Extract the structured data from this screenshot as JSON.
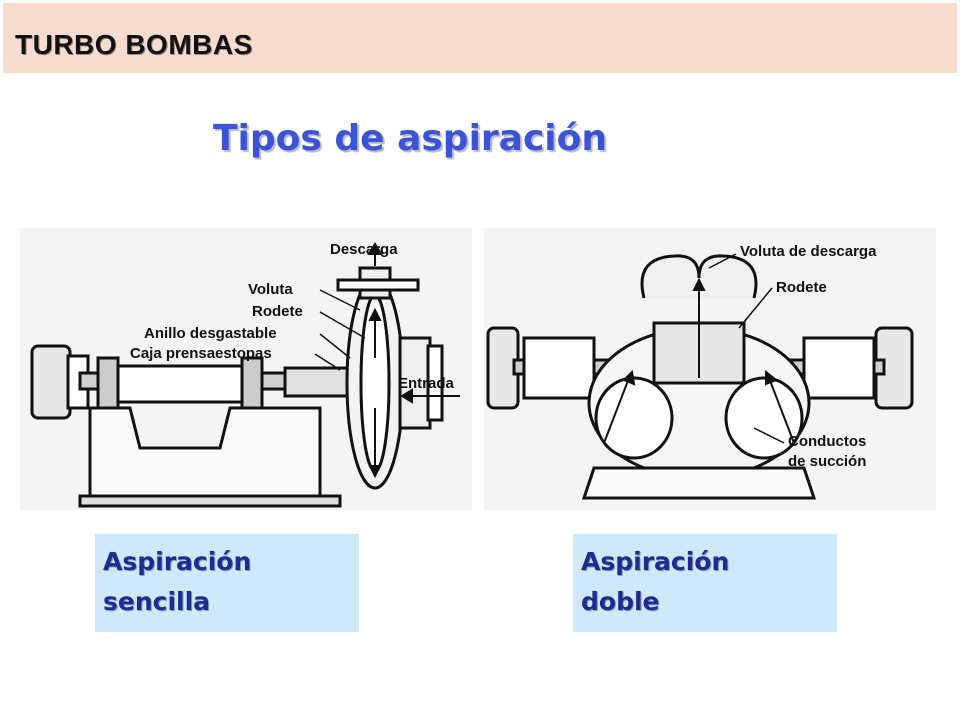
{
  "header": {
    "title": "TURBO BOMBAS"
  },
  "main": {
    "title": "Tipos de aspiración"
  },
  "figures": {
    "single": {
      "labels": {
        "descarga": "Descarga",
        "voluta": "Voluta",
        "rodete": "Rodete",
        "anillo": "Anillo desgastable",
        "caja": "Caja prensaestopas",
        "entrada": "Entrada"
      }
    },
    "double": {
      "labels": {
        "voluta": "Voluta de descarga",
        "rodete": "Rodete",
        "conductos_1": "Conductos",
        "conductos_2": "de succión"
      }
    }
  },
  "captions": {
    "single": {
      "line1": "Aspiración",
      "line2": "sencilla"
    },
    "double": {
      "line1": "Aspiración",
      "line2": "doble"
    }
  }
}
